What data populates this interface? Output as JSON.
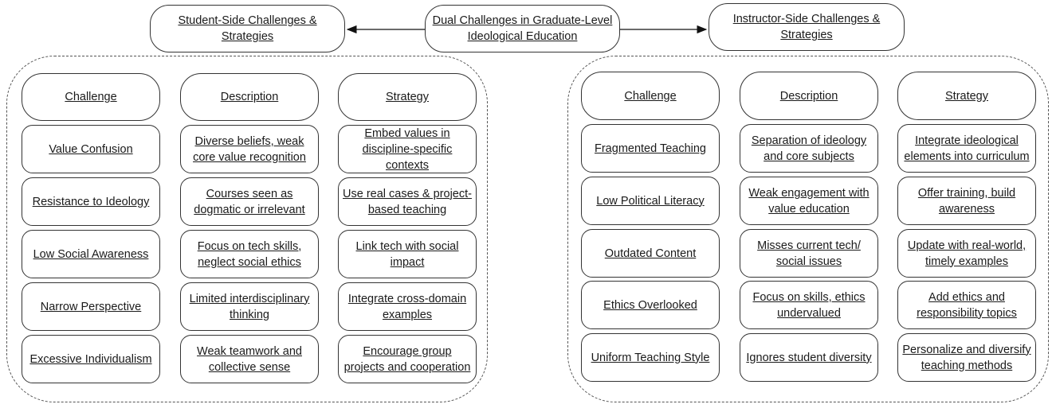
{
  "title": "Dual Challenges in Graduate-Level Ideological Education",
  "student": {
    "title": "Student-Side Challenges & Strategies",
    "headers": [
      "Challenge",
      "Description",
      "Strategy"
    ],
    "rows": [
      [
        "Value Confusion",
        "Diverse beliefs, weak core value recognition",
        "Embed values in discipline-specific contexts"
      ],
      [
        "Resistance to Ideology",
        "Courses seen as dogmatic or irrelevant",
        "Use real cases & project-based teaching"
      ],
      [
        "Low Social Awareness",
        "Focus on tech skills, neglect social ethics",
        "Link tech with social impact"
      ],
      [
        "Narrow Perspective",
        "Limited interdisciplinary thinking",
        "Integrate cross-domain examples"
      ],
      [
        "Excessive Individualism",
        "Weak teamwork and collective sense",
        "Encourage group projects and cooperation"
      ]
    ]
  },
  "instructor": {
    "title": "Instructor-Side Challenges & Strategies",
    "headers": [
      "Challenge",
      "Description",
      "Strategy"
    ],
    "rows": [
      [
        "Fragmented Teaching",
        "Separation of ideology and core subjects",
        "Integrate ideological elements into curriculum"
      ],
      [
        "Low Political Literacy",
        "Weak engagement with value education",
        "Offer training, build awareness"
      ],
      [
        "Outdated Content",
        "Misses current tech/ social issues",
        "Update with real-world, timely examples"
      ],
      [
        "Ethics Overlooked",
        "Focus on skills, ethics undervalued",
        "Add ethics and responsibility topics"
      ],
      [
        "Uniform Teaching Style",
        "Ignores student diversity",
        "Personalize and diversify teaching methods"
      ]
    ]
  }
}
